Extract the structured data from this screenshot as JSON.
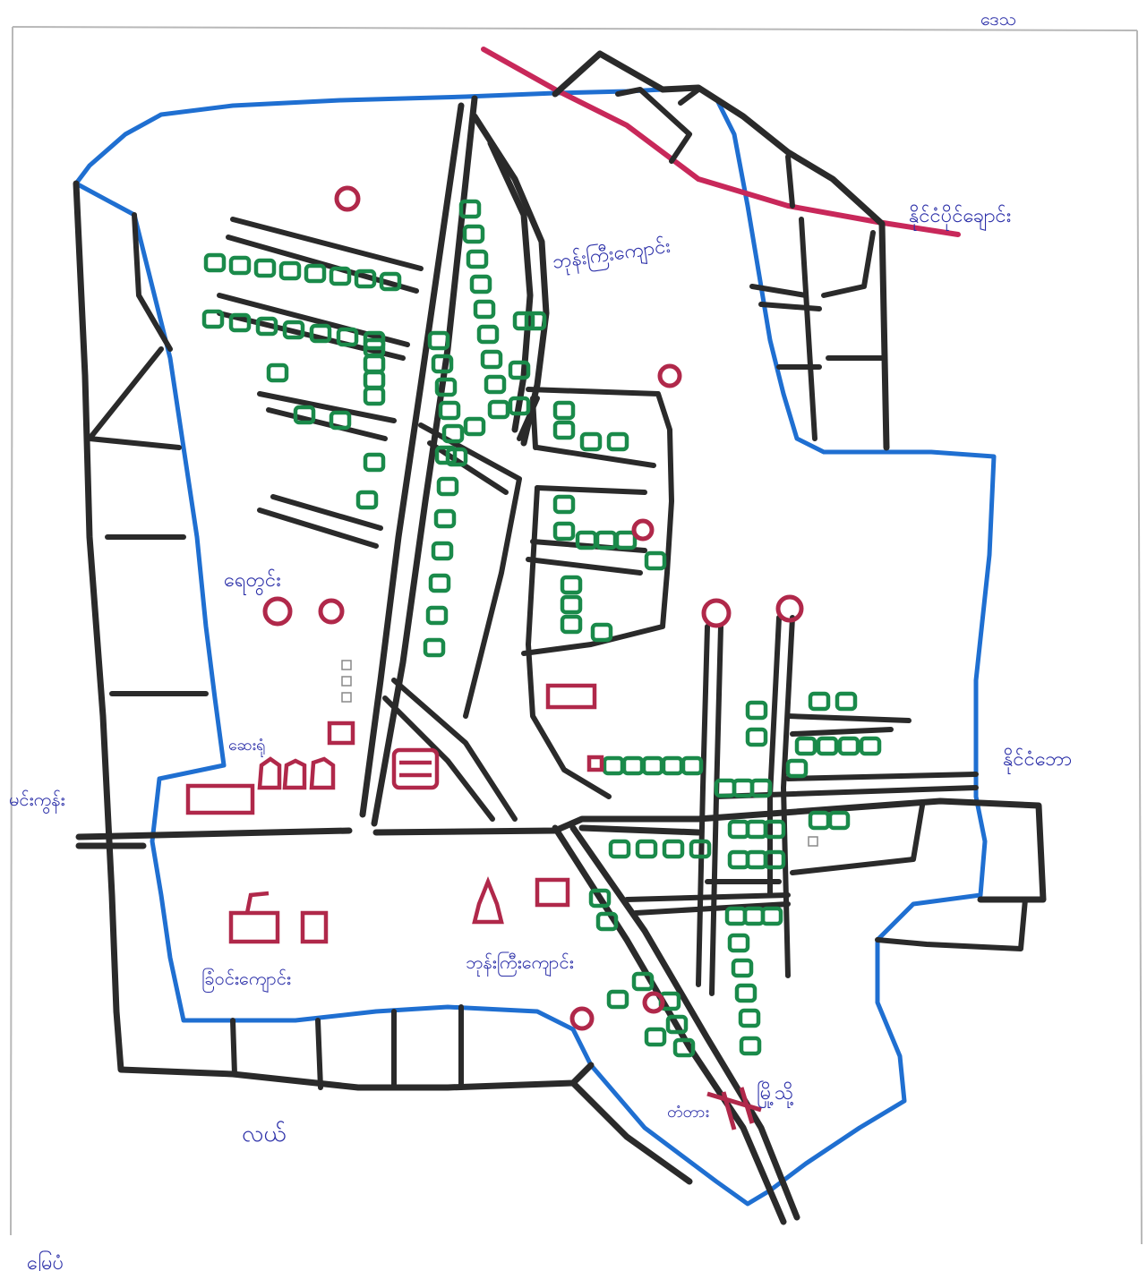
{
  "map": {
    "labels": {
      "top_right_corner": "ဒေသ",
      "road_top_right": "နိုင်ငံပိုင်ချောင်း",
      "monastery_label": "ဘုန်းကြီးကျောင်း",
      "school_label": "ရေတွင်း",
      "clinic_label": "ဆေးရုံ",
      "east_edge": "နိုင်ငံဘော",
      "west_edge": "မင်းကွန်း",
      "bottom_left": "ခြံဝင်းကျောင်း",
      "bottom_center": "ဘုန်းကြီးကျောင်း",
      "market": "မြို့သို့",
      "bridge": "တံတား",
      "field": "လယ်",
      "page_bottom_left": "မြေပုံ"
    },
    "colors": {
      "border": "#1f6fd1",
      "road": "#2a2a2a",
      "house": "#1a8a4a",
      "public_building": "#b0284a",
      "railway": "#c8285a",
      "text": "#2b2fa8"
    },
    "icons": [
      "house-icon",
      "public-building-icon",
      "well-icon",
      "pagoda-icon",
      "bridge-icon"
    ]
  }
}
